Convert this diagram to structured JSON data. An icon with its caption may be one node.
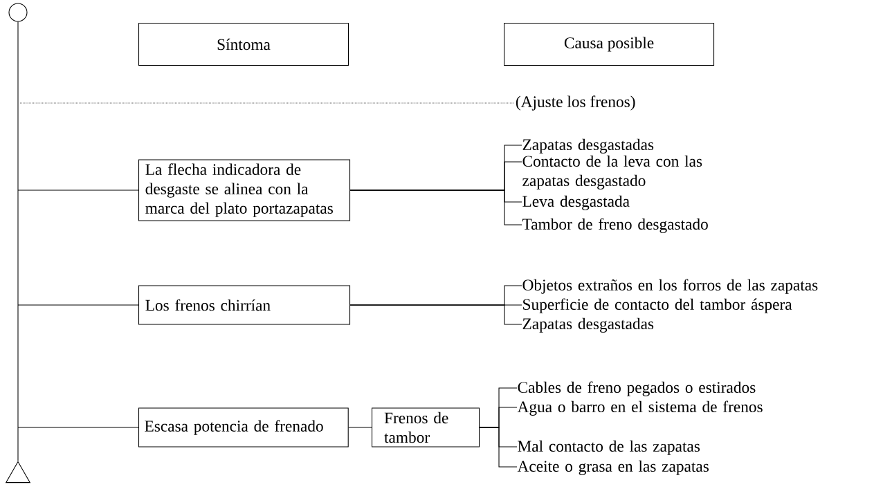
{
  "diagram": {
    "nodes": [
      {
        "text": [],
        "shape": "circle"
      },
      {
        "text": [
          "Síntoma"
        ]
      },
      {
        "text": [
          "Causa posible"
        ]
      },
      {
        "text": [
          "(Ajuste los frenos)"
        ]
      },
      {
        "text": [
          "La flecha indicadora de desgaste se alinea con la marca del plato portazapatas"
        ]
      },
      {
        "text": [
          "Zapatas desgastadas"
        ]
      },
      {
        "text": [
          "Contacto de la leva con las zapatas desgastado"
        ]
      },
      {
        "text": [
          "Leva desgastada"
        ]
      },
      {
        "text": [
          "Tambor de freno desgastado"
        ]
      },
      {
        "text": [
          "Los frenos chirrían"
        ]
      },
      {
        "text": [
          "Objetos extraños en los forros de las zapatas"
        ]
      },
      {
        "text": [
          "Superficie de contacto del tambor áspera"
        ]
      },
      {
        "text": [
          "Zapatas desgastadas"
        ]
      },
      {
        "text": [
          "Escasa potencia de frenado"
        ]
      },
      {
        "text": [
          "Frenos de tambor"
        ]
      },
      {
        "text": [
          "Cables de freno pegados o estirados"
        ]
      },
      {
        "text": [
          "Agua o barro en el sistema de frenos"
        ]
      },
      {
        "text": [
          "Mal contacto de las zapatas"
        ]
      },
      {
        "text": [
          "Aceite o grasa en las zapatas"
        ]
      },
      {
        "text": [],
        "shape": "triangle"
      }
    ],
    "edges": [
      {
        "from": 0,
        "to": 19,
        "arrow": "none"
      },
      {
        "from": null,
        "to": 3,
        "arrow": "none",
        "style": "dashed"
      },
      {
        "from": null,
        "to": 4,
        "arrow": "none"
      },
      {
        "from": null,
        "to": 9,
        "arrow": "none"
      },
      {
        "from": null,
        "to": 13,
        "arrow": "none"
      },
      {
        "from": 4,
        "to": 5,
        "arrow": "none"
      },
      {
        "from": 4,
        "to": 6,
        "arrow": "none"
      },
      {
        "from": 4,
        "to": 7,
        "arrow": "none"
      },
      {
        "from": 4,
        "to": 8,
        "arrow": "none"
      },
      {
        "from": 9,
        "to": 10,
        "arrow": "none"
      },
      {
        "from": 9,
        "to": 11,
        "arrow": "none"
      },
      {
        "from": 9,
        "to": 12,
        "arrow": "none"
      },
      {
        "from": 13,
        "to": 14,
        "arrow": "none"
      },
      {
        "from": 14,
        "to": 15,
        "arrow": "none"
      },
      {
        "from": 14,
        "to": 16,
        "arrow": "none"
      },
      {
        "from": 14,
        "to": 17,
        "arrow": "none"
      },
      {
        "from": 14,
        "to": 18,
        "arrow": "none"
      }
    ]
  }
}
